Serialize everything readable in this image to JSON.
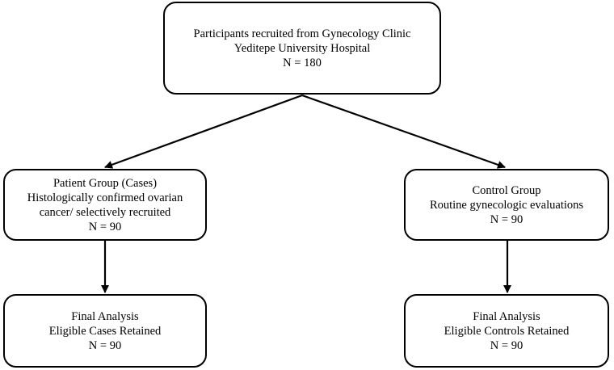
{
  "recruitment": {
    "line1": "Participants recruited from Gynecology Clinic",
    "line2": "Yeditepe University Hospital",
    "n": "N = 180"
  },
  "cases": {
    "line1": "Patient Group (Cases)",
    "line2": "Histologically confirmed ovarian",
    "line3": "cancer/ selectively recruited",
    "n": "N = 90"
  },
  "controls": {
    "line1": "Control Group",
    "line2": "Routine gynecologic evaluations",
    "n": "N = 90"
  },
  "final_cases": {
    "line1": "Final Analysis",
    "line2": "Eligible Cases Retained",
    "n": "N = 90"
  },
  "final_controls": {
    "line1": "Final Analysis",
    "line2": "Eligible Controls Retained",
    "n": "N = 90"
  },
  "colors": {
    "stroke": "#000000",
    "background": "#ffffff"
  }
}
